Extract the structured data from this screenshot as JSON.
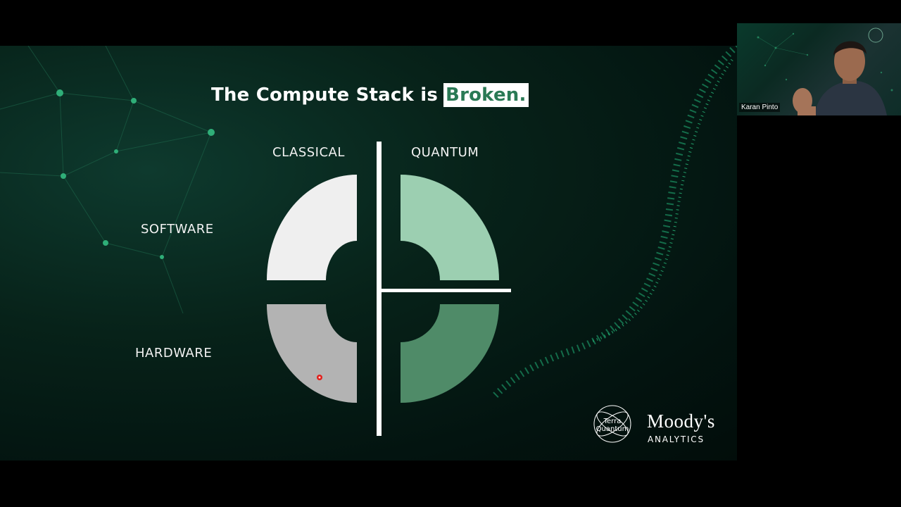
{
  "slide": {
    "title_prefix": "The Compute Stack is",
    "title_highlight": "Broken.",
    "columns": {
      "left": "CLASSICAL",
      "right": "QUANTUM"
    },
    "rows": {
      "top": "SOFTWARE",
      "bottom": "HARDWARE"
    },
    "quadrant_colors": {
      "classical_software": "#efefef",
      "classical_hardware": "#b3b3b3",
      "quantum_software": "#9ccfb1",
      "quantum_hardware": "#4f8b68"
    },
    "accent_color": "#2a7a55",
    "pointer_icon": "laser-pointer-icon"
  },
  "logos": {
    "terra_quantum": "Terra Quantum",
    "moodys_name": "Moody's",
    "moodys_sub": "ANALYTICS"
  },
  "participant": {
    "name": "Karan Pinto"
  }
}
